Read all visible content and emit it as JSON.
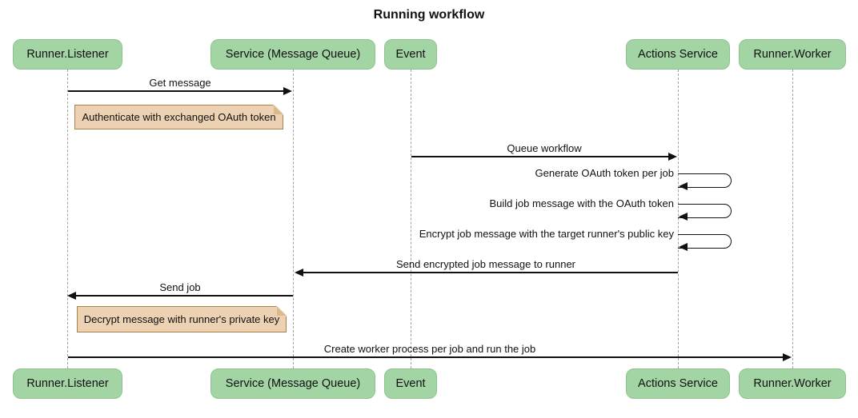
{
  "title": "Running workflow",
  "diagram_type": "sequence",
  "participants": [
    {
      "name": "Runner.Listener"
    },
    {
      "name": "Service (Message Queue)"
    },
    {
      "name": "Event"
    },
    {
      "name": "Actions Service"
    },
    {
      "name": "Runner.Worker"
    }
  ],
  "messages": [
    {
      "label": "Get message",
      "from": "Runner.Listener",
      "to": "Service (Message Queue)",
      "direction": "right"
    },
    {
      "label": "Queue workflow",
      "from": "Event",
      "to": "Actions Service",
      "direction": "right"
    },
    {
      "label": "Generate OAuth token per job",
      "from": "Actions Service",
      "to": "Actions Service",
      "direction": "self"
    },
    {
      "label": "Build job message with the OAuth token",
      "from": "Actions Service",
      "to": "Actions Service",
      "direction": "self"
    },
    {
      "label": "Encrypt job message with the target runner's public key",
      "from": "Actions Service",
      "to": "Actions Service",
      "direction": "self"
    },
    {
      "label": "Send encrypted job message to runner",
      "from": "Actions Service",
      "to": "Service (Message Queue)",
      "direction": "left"
    },
    {
      "label": "Send job",
      "from": "Service (Message Queue)",
      "to": "Runner.Listener",
      "direction": "left"
    },
    {
      "label": "Create worker process per job and run the job",
      "from": "Runner.Listener",
      "to": "Runner.Worker",
      "direction": "right"
    }
  ],
  "notes": [
    {
      "text": "Authenticate with exchanged OAuth token",
      "position": "right of Runner.Listener"
    },
    {
      "text": "Decrypt message with runner's private key",
      "position": "right of Runner.Listener"
    }
  ],
  "colors": {
    "participant_fill": "#a3d4a4",
    "participant_border": "#8fc190",
    "note_fill": "#ecd2b3",
    "note_border": "#aa8248",
    "note_fold": "#dcb98c",
    "line": "#111111",
    "lifeline": "#a0a0a0",
    "text": "#111111",
    "background": "#ffffff"
  }
}
